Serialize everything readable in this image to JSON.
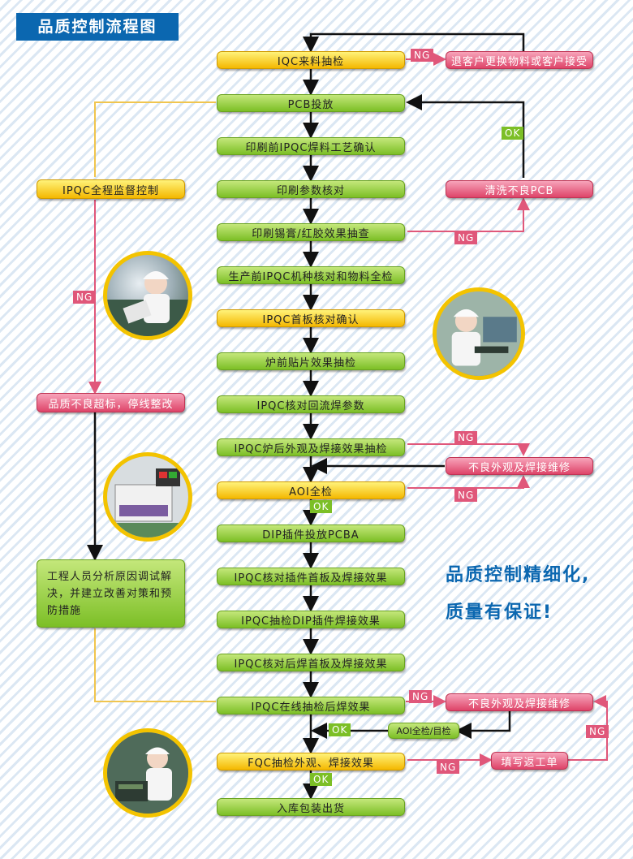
{
  "title": "品质控制流程图",
  "flow": {
    "iqc": "IQC来料抽检",
    "pcb": "PCB投放",
    "print_confirm": "印刷前IPQC焊料工艺确认",
    "print_params": "印刷参数核对",
    "paste_check": "印刷锡膏/红胶效果抽查",
    "pre_prod": "生产前IPQC机种核对和物料全检",
    "first_board": "IPQC首板核对确认",
    "pre_oven": "炉前贴片效果抽检",
    "reflow_params": "IPQC核对回流焊参数",
    "post_oven": "IPQC炉后外观及焊接效果抽检",
    "aoi": "AOI全检",
    "dip": "DIP插件投放PCBA",
    "dip_first": "IPQC核对插件首板及焊接效果",
    "dip_check": "IPQC抽检DIP插件焊接效果",
    "post_weld": "IPQC核对后焊首板及焊接效果",
    "online": "IPQC在线抽检后焊效果",
    "fqc": "FQC抽检外观、焊接效果",
    "store": "入库包装出货"
  },
  "side": {
    "return": "退客户更换物料或客户接受",
    "clean": "清洗不良PCB",
    "repair1": "不良外观及焊接维修",
    "repair2": "不良外观及焊接维修",
    "aoi_visual": "AOI全检/目检",
    "rework": "填写返工单",
    "supervise": "IPQC全程监督控制",
    "stop": "品质不良超标，停线整改",
    "engineer": "工程人员分析原因调试解决，并建立改善对策和预防措施"
  },
  "labels": {
    "ng": "NG",
    "ok": "OK"
  },
  "slogan": {
    "line1": "品质控制精细化,",
    "line2": "质量有保证!"
  },
  "colors": {
    "green": "#7cbf26",
    "yellow": "#f4b800",
    "pink": "#de4469",
    "blue": "#0b67b0"
  },
  "photos": [
    "worker-inspecting-photo",
    "worker-microscope-photo",
    "aoi-machine-photo",
    "worker-fqc-photo"
  ]
}
